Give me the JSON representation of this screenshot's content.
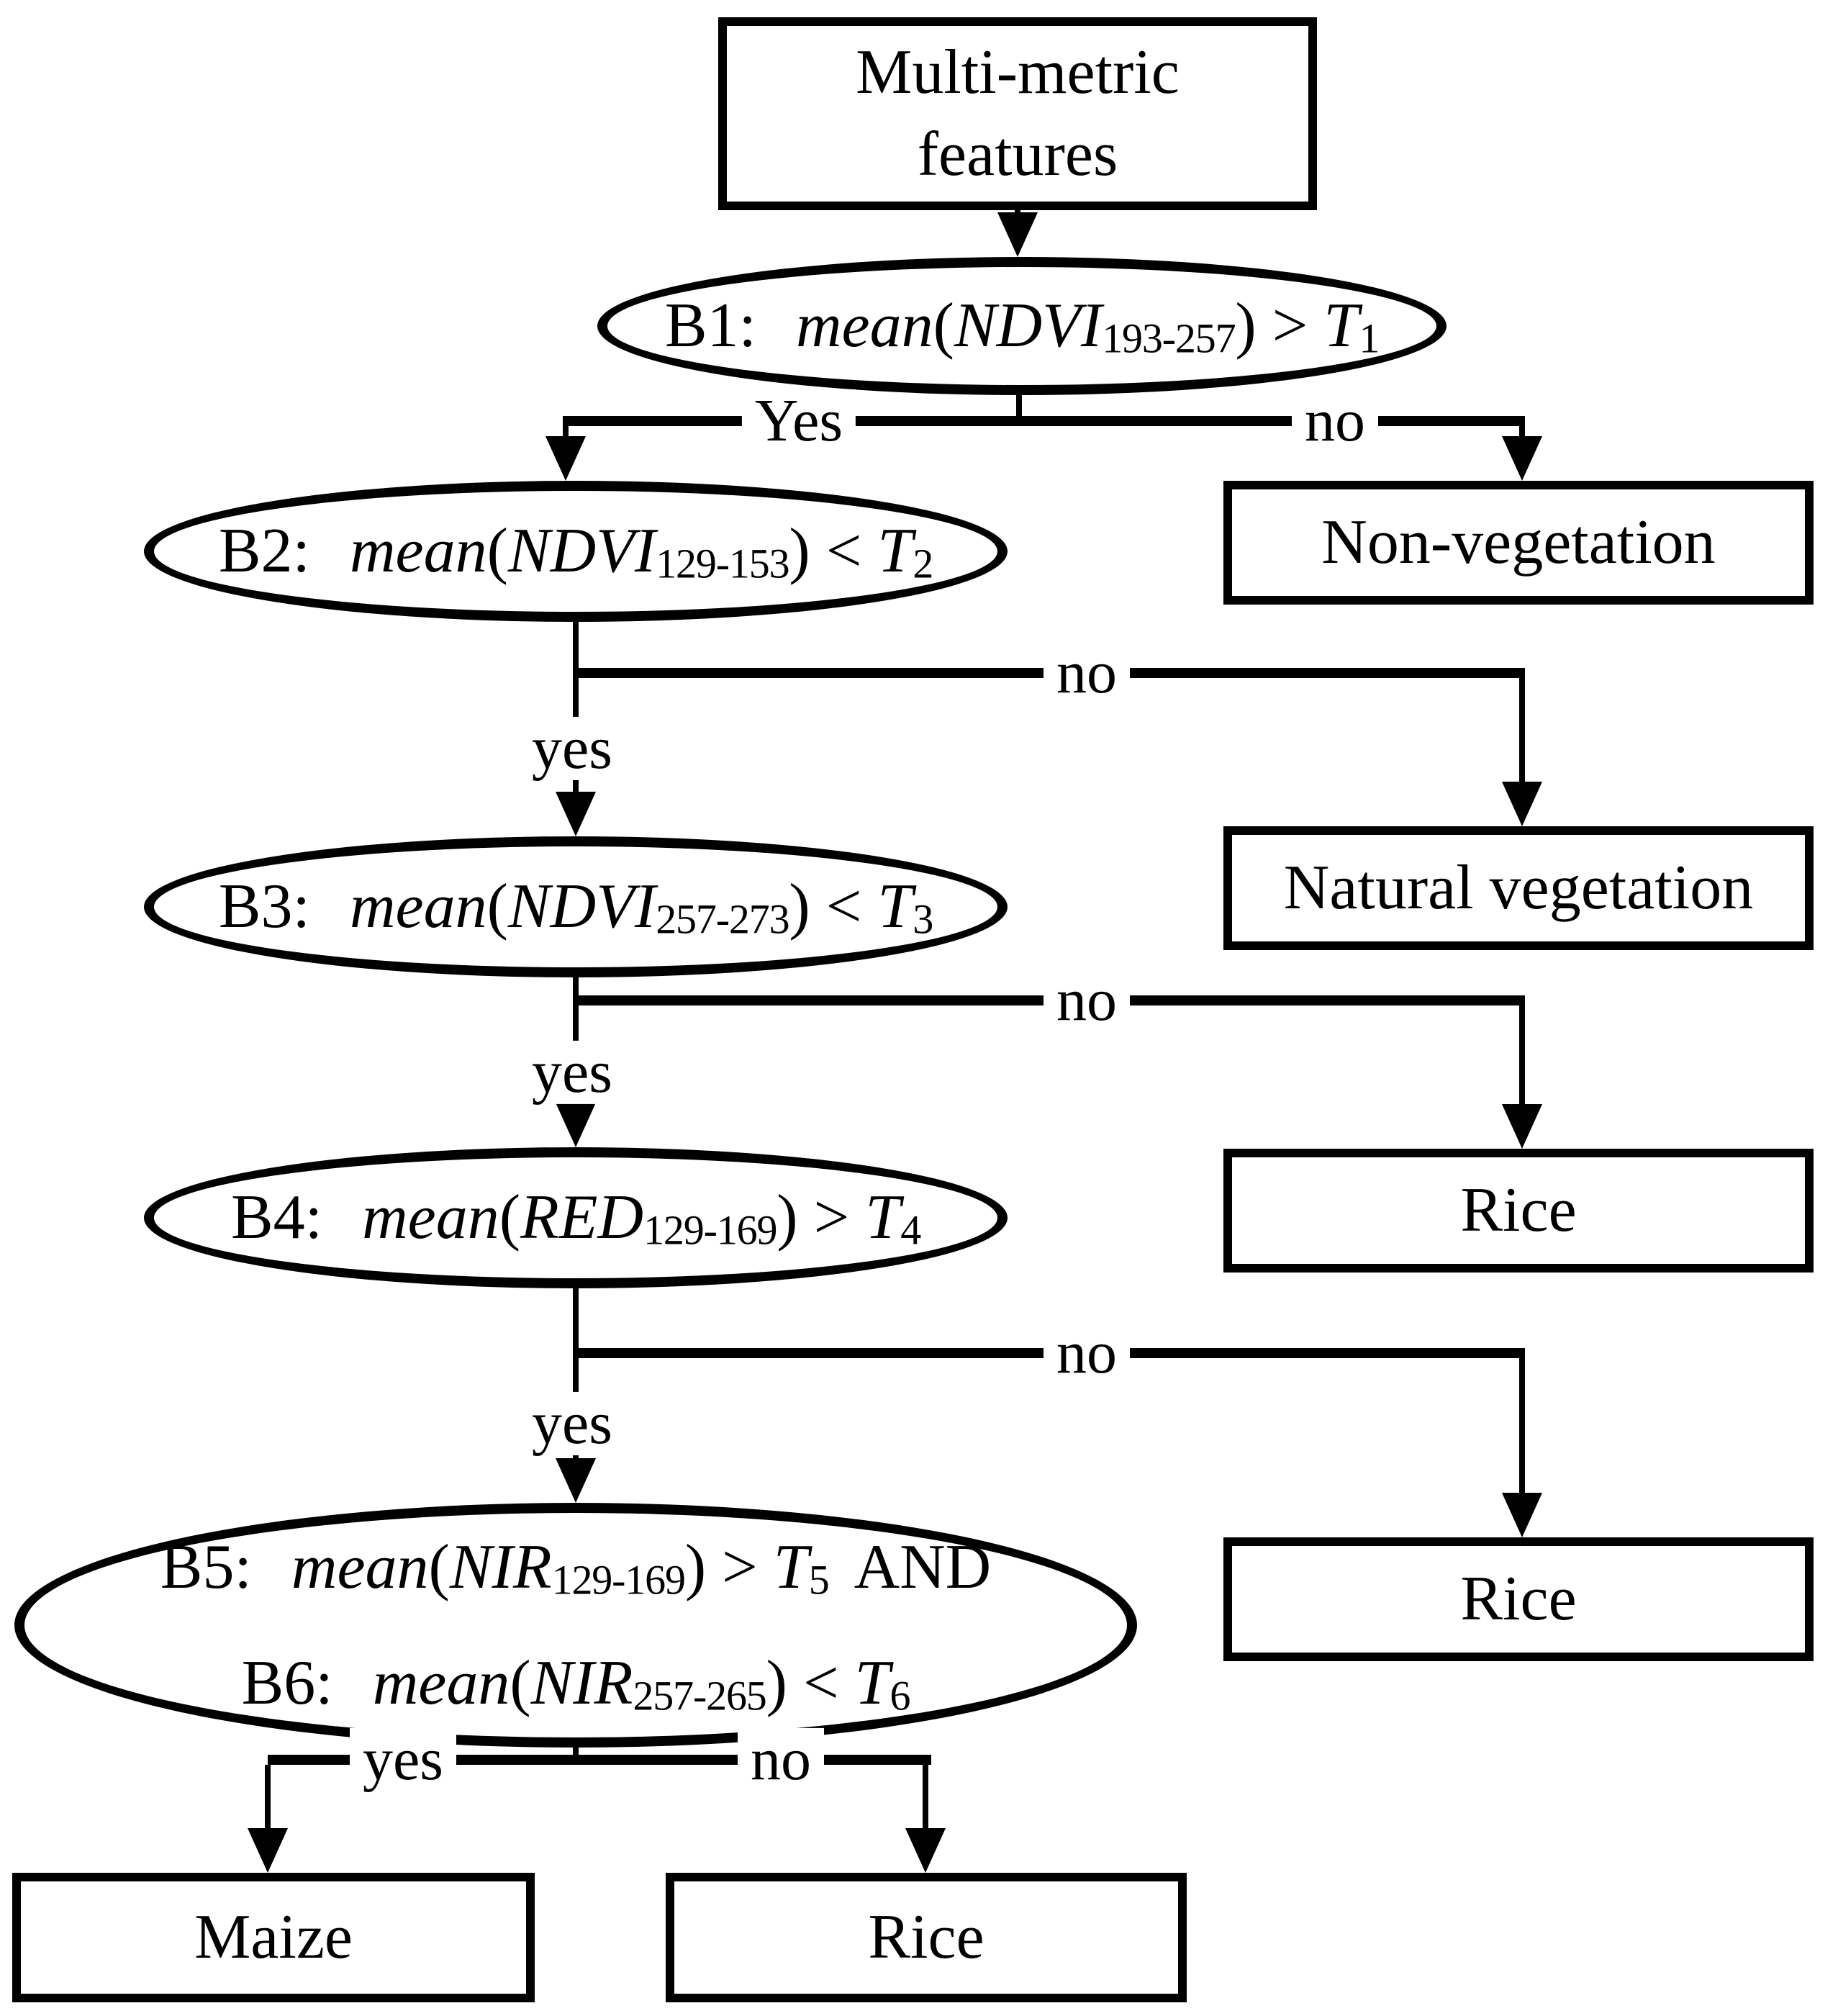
{
  "diagram": {
    "background_color": "#ffffff",
    "line_color": "#000000",
    "shape_fill": "#ffffff"
  },
  "start_box": {
    "line1": "Multi-metric",
    "line2": "features"
  },
  "decisions": {
    "b1": {
      "label": "B1:",
      "fn": "mean",
      "open": "(",
      "var": "NDVI",
      "sub": "193-257",
      "close": ")",
      "op": ">",
      "tvar": "T",
      "tsub": "1"
    },
    "b2": {
      "label": "B2:",
      "fn": "mean",
      "open": "(",
      "var": "NDVI",
      "sub": "129-153",
      "close": ")",
      "op": "<",
      "tvar": "T",
      "tsub": "2"
    },
    "b3": {
      "label": "B3:",
      "fn": "mean",
      "open": "(",
      "var": "NDVI",
      "sub": "257-273",
      "close": ")",
      "op": "<",
      "tvar": "T",
      "tsub": "3"
    },
    "b4": {
      "label": "B4:",
      "fn": "mean",
      "open": "(",
      "var": "RED",
      "sub": "129-169",
      "close": ")",
      "op": ">",
      "tvar": "T",
      "tsub": "4"
    },
    "b5": {
      "label": "B5:",
      "fn": "mean",
      "open": "(",
      "var": "NIR",
      "sub": "129-169",
      "close": ")",
      "op": ">",
      "tvar": "T",
      "tsub": "5",
      "suffix": "AND"
    },
    "b6": {
      "label": "B6:",
      "fn": "mean",
      "open": "(",
      "var": "NIR",
      "sub": "257-265",
      "close": ")",
      "op": "<",
      "tvar": "T",
      "tsub": "6"
    }
  },
  "terminals": {
    "non_vegetation": "Non-vegetation",
    "natural_vegetation": "Natural vegetation",
    "rice_top": "Rice",
    "rice_mid": "Rice",
    "maize": "Maize",
    "rice_bottom": "Rice"
  },
  "edges": {
    "b1_yes": "Yes",
    "b1_no": "no",
    "b2_yes": "yes",
    "b2_no": "no",
    "b3_yes": "yes",
    "b3_no": "no",
    "b4_yes": "yes",
    "b4_no": "no",
    "b56_yes": "yes",
    "b56_no": "no"
  }
}
